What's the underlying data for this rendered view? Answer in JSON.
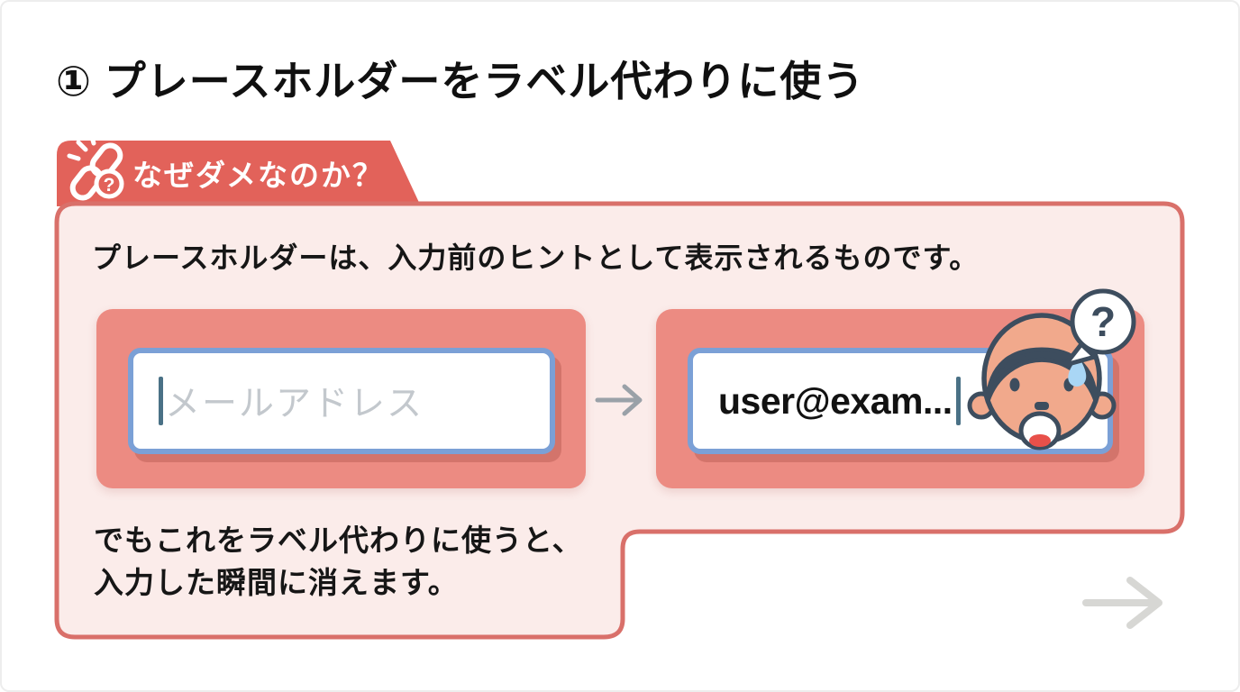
{
  "header": {
    "title": "① プレースホルダーをラベル代わりに使う"
  },
  "callout": {
    "tab": {
      "label": "なぜダメなのか？",
      "icon": "broken-link-question-icon"
    },
    "intro": "プレースホルダーは、入力前のヒントとして表示されるものです。",
    "example": {
      "before": {
        "placeholder": "メールアドレス",
        "value": ""
      },
      "flow_icon": "right-arrow-icon",
      "after": {
        "value": "user@exam..."
      },
      "bubble": {
        "text": "?",
        "icon": "question-speech-bubble-icon"
      },
      "face_icon": "worried-sweating-face"
    },
    "outcome": {
      "line1": "でもこれをラベル代わりに使うと、",
      "line2": "入力した瞬間に消えます。"
    }
  },
  "footer": {
    "next_icon": "right-arrow-icon"
  },
  "colors": {
    "tab_red": "#E2625A",
    "card_border": "#D9706A",
    "card_fill": "#FBECEA",
    "panel_salmon": "#EC8B82",
    "input_border_blue": "#7BA0D6",
    "input_bg": "#FFFFFF",
    "placeholder_gray": "#C3C8CD",
    "caret_teal": "#4A7186",
    "text_black": "#111111",
    "flow_arrow_gray": "#9AA1A8",
    "next_arrow_gray": "#D7D7D4",
    "face_outline_navy": "#3D4D5E",
    "face_skin": "#F1A98C",
    "tongue_red": "#E8504A",
    "tear_blue": "#A9D6F5"
  }
}
